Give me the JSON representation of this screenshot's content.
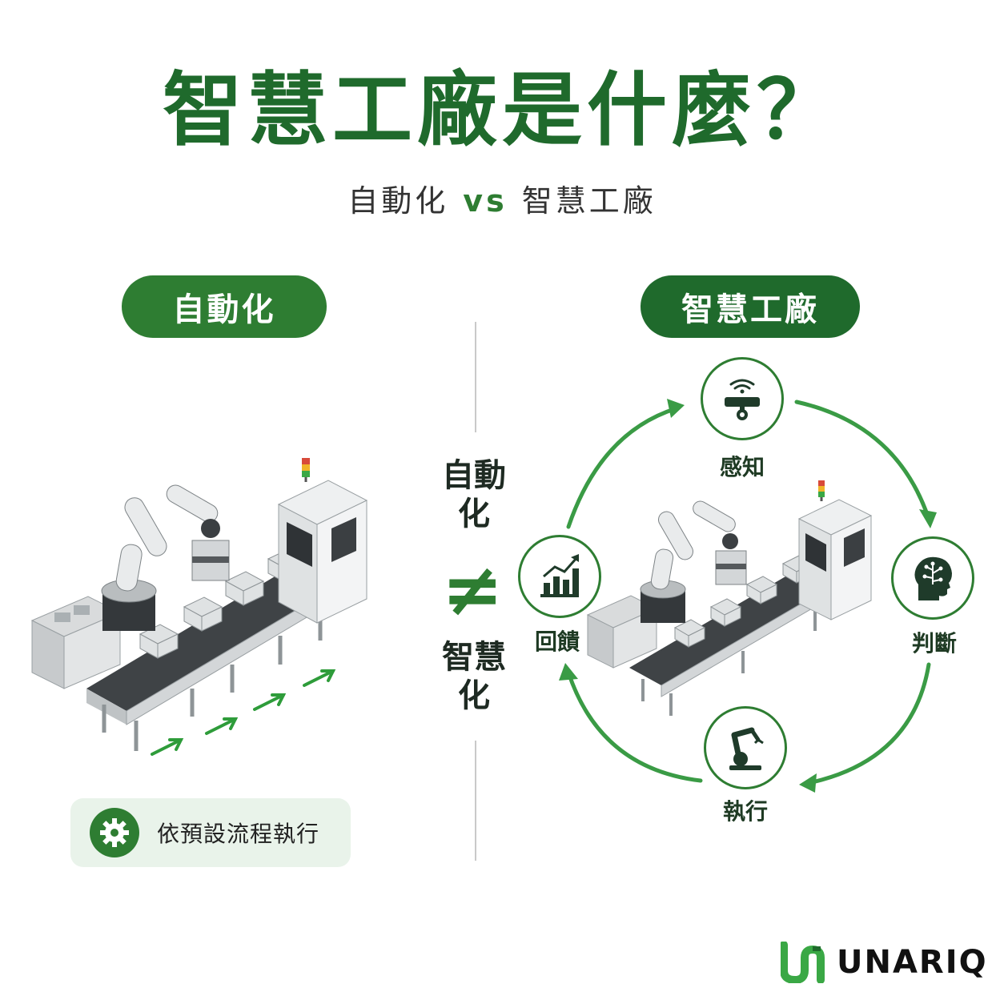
{
  "header": {
    "title": "智慧工廠是什麼？",
    "subtitle_left": "自動化",
    "subtitle_vs": "vs",
    "subtitle_right": "智慧工廠"
  },
  "left_panel": {
    "pill_label": "自動化",
    "caption": "依預設流程執行"
  },
  "right_panel": {
    "pill_label": "智慧工廠",
    "cycle": [
      {
        "label": "感知",
        "icon": "wifi-sensor-icon"
      },
      {
        "label": "判斷",
        "icon": "brain-head-icon"
      },
      {
        "label": "執行",
        "icon": "robot-arm-icon"
      },
      {
        "label": "回饋",
        "icon": "bar-chart-trend-icon"
      }
    ]
  },
  "center": {
    "top_line1": "自動",
    "top_line2": "化",
    "symbol": "≠",
    "bottom_line1": "智慧",
    "bottom_line2": "化"
  },
  "logo": {
    "text": "UNARIQ"
  },
  "colors": {
    "brand_green": "#2e7d32",
    "dark_green": "#1f6a2c",
    "light_green_bg": "#e9f3ea"
  }
}
